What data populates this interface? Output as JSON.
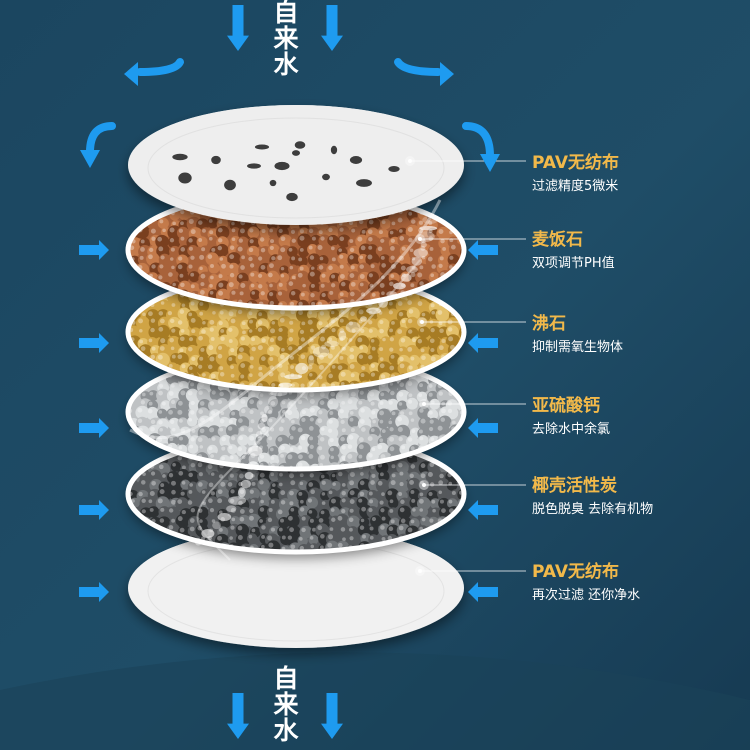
{
  "inlet_label": "自\n来\n水",
  "outlet_label": "自\n来\n水",
  "colors": {
    "background": "#1e4a63",
    "arrow": "#1e9bf0",
    "label_accent": "#f2b94a",
    "desc_text": "#ffffff"
  },
  "layers": [
    {
      "name": "PAV无纺布",
      "desc": "过滤精度5微米",
      "material": "non-woven-fabric",
      "colors": [
        "#eeeeee",
        "#d8d8d8"
      ]
    },
    {
      "name": "麦饭石",
      "desc": "双项调节PH值",
      "material": "maifan-stone",
      "colors": [
        "#a8623a",
        "#7a3f1f",
        "#c47a4a"
      ]
    },
    {
      "name": "沸石",
      "desc": "抑制需氧生物体",
      "material": "zeolite",
      "colors": [
        "#d0a445",
        "#a77c24",
        "#e3c06a"
      ]
    },
    {
      "name": "亚硫酸钙",
      "desc": "去除水中余氯",
      "material": "calcium-sulfite",
      "colors": [
        "#bfc2c4",
        "#8e9295",
        "#dcdfe0"
      ]
    },
    {
      "name": "椰壳活性炭",
      "desc": "脱色脱臭 去除有机物",
      "material": "coconut-activated-carbon",
      "colors": [
        "#55585b",
        "#2e3133",
        "#707477"
      ]
    },
    {
      "name": "PAV无纺布",
      "desc": "再次过滤 还你净水",
      "material": "non-woven-fabric",
      "colors": [
        "#f1f1f1",
        "#dadada"
      ]
    }
  ]
}
